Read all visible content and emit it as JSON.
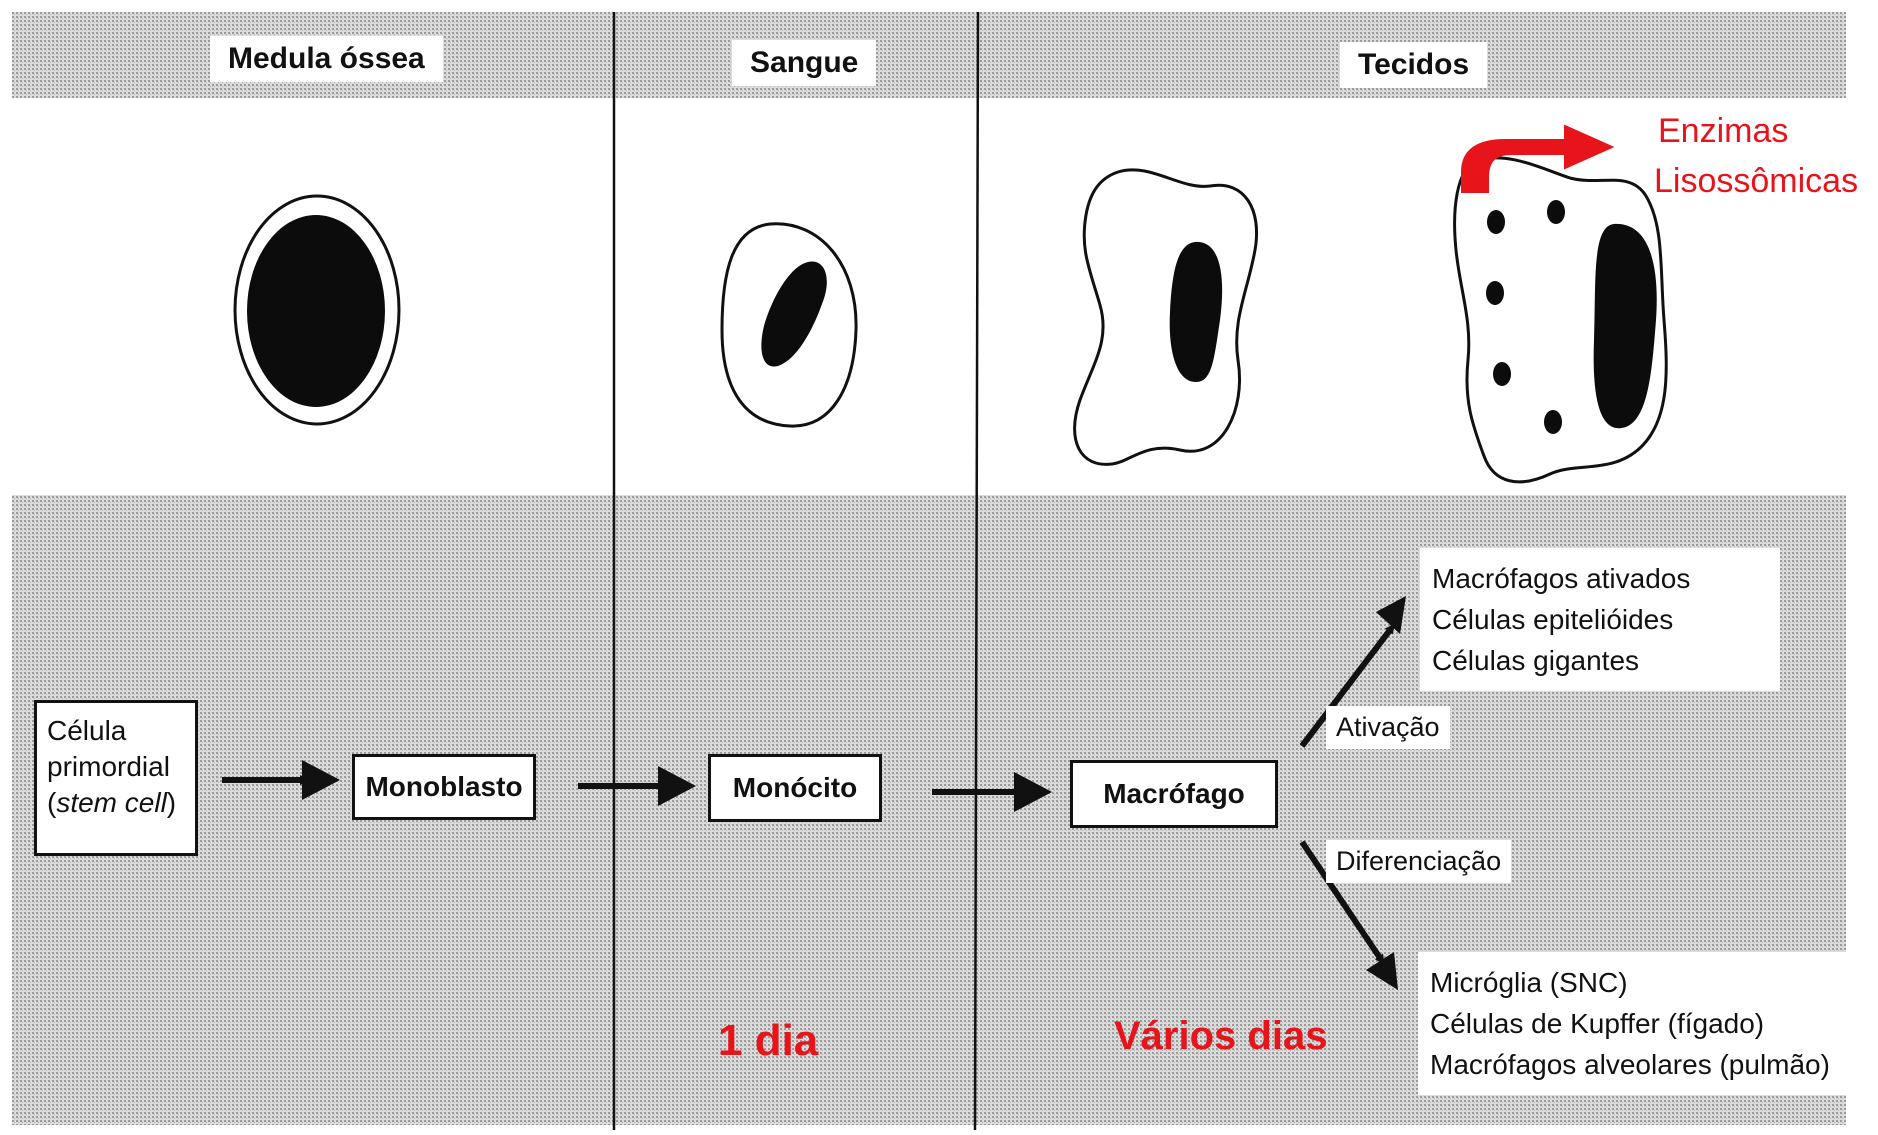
{
  "headers": {
    "bone_marrow": "Medula óssea",
    "blood": "Sangue",
    "tissues": "Tecidos"
  },
  "annotations": {
    "enzymes_line1": "Enzimas",
    "enzymes_line2": "Lisossômicas",
    "one_day": "1 dia",
    "several_days": "Vários dias"
  },
  "stages": {
    "stem_cell_line1": "Célula",
    "stem_cell_line2": "primordial",
    "stem_cell_paren_open": "(",
    "stem_cell_italic": "stem cell",
    "stem_cell_paren_close": ")",
    "monoblast": "Monoblasto",
    "monocyte": "Monócito",
    "macrophage": "Macrófago"
  },
  "branches": {
    "activation_label": "Ativação",
    "differentiation_label": "Diferenciação",
    "activated_list": [
      "Macrófagos ativados",
      "Células epitelióides",
      "Células gigantes"
    ],
    "differentiated_list": [
      "Micróglia (SNC)",
      "Células de Kupffer (fígado)",
      "Macrófagos alveolares (pulmão)"
    ]
  },
  "colors": {
    "accent_red": "#e8141c",
    "ink": "#111111",
    "stipple": "#b8b8b8"
  }
}
